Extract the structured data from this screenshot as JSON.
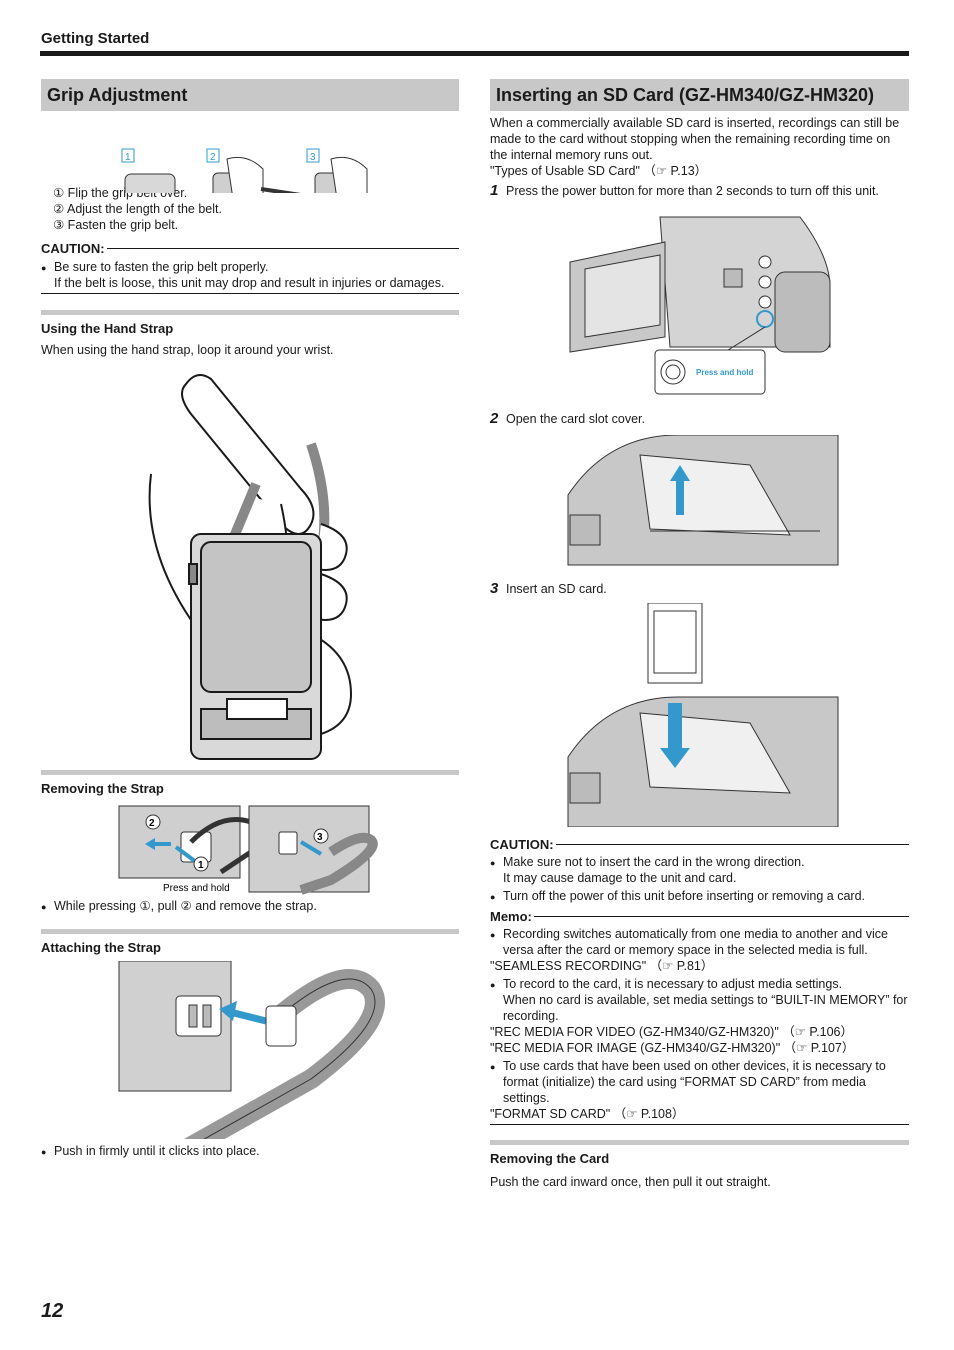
{
  "header": {
    "title": "Getting Started"
  },
  "page_number": "12",
  "grip": {
    "title": "Grip Adjustment",
    "figure_labels": [
      "1",
      "2",
      "3"
    ],
    "steps": [
      "① Flip the grip belt over.",
      "② Adjust the length of the belt.",
      "③ Fasten the grip belt."
    ],
    "caution_label": "CAUTION:",
    "caution_items": [
      "Be sure to fasten the grip belt properly.",
      "If the belt is loose, this unit may drop and result in injuries or damages."
    ]
  },
  "hand_strap": {
    "title": "Using the Hand Strap",
    "text": "When using the hand strap, loop it around your wrist."
  },
  "removing_strap": {
    "title": "Removing the Strap",
    "figure_marks": [
      "2",
      "1",
      "3"
    ],
    "press_label": "Press and hold",
    "bullet": "While pressing ①, pull ② and remove the strap."
  },
  "attaching_strap": {
    "title": "Attaching the Strap",
    "bullet": "Push in firmly until it clicks into place."
  },
  "sd": {
    "title": "Inserting an SD Card (GZ-HM340/GZ-HM320)",
    "intro": "When a commercially available SD card is inserted, recordings can still be made to the card without stopping when the remaining recording time on the internal memory runs out.",
    "ref_types": "\"Types of Usable SD Card\" （☞ P.13）",
    "steps": [
      {
        "num": "1",
        "text": "Press the power button for more than 2 seconds to turn off this unit."
      },
      {
        "num": "2",
        "text": "Open the card slot cover."
      },
      {
        "num": "3",
        "text": "Insert an SD card."
      }
    ],
    "power_label": "Press and hold",
    "caution_label": "CAUTION:",
    "caution_items": [
      "Make sure not to insert the card in the wrong direction.",
      "It may cause damage to the unit and card.",
      "Turn off the power of this unit before inserting or removing a card."
    ],
    "memo_label": "Memo:",
    "memo_1": "Recording switches automatically from one media to another and vice versa after the card or memory space in the selected media is full.",
    "memo_1_ref": "\"SEAMLESS RECORDING\" （☞ P.81）",
    "memo_2": "To record to the card, it is necessary to adjust media settings.",
    "memo_2b": "When no card is available, set media settings to “BUILT-IN MEMORY” for recording.",
    "memo_2_ref1": "\"REC MEDIA FOR VIDEO (GZ-HM340/GZ-HM320)\" （☞ P.106）",
    "memo_2_ref2": "\"REC MEDIA FOR IMAGE (GZ-HM340/GZ-HM320)\" （☞ P.107）",
    "memo_3": "To use cards that have been used on other devices, it is necessary to format (initialize) the card using “FORMAT SD CARD” from media settings.",
    "memo_3_ref": "\"FORMAT SD CARD\" （☞ P.108）"
  },
  "removing_card": {
    "title": "Removing the Card",
    "text": "Push the card inward once, then pull it out straight."
  }
}
